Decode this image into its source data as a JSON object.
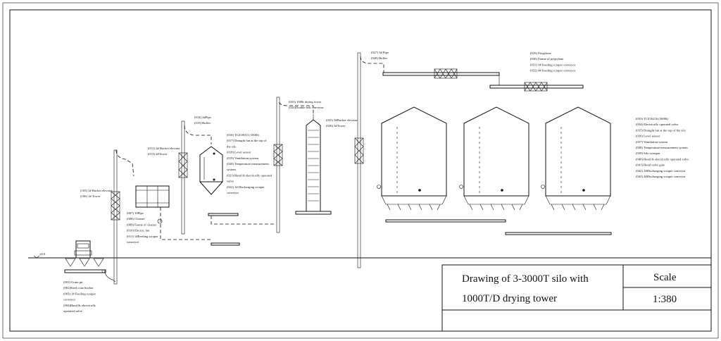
{
  "ground_level": "±0.0",
  "title_block": {
    "title_line1": "Drawing of 3-3000T silo with",
    "title_line2": "1000T/D drying tower",
    "scale_label": "Scale",
    "scale_value": "1:380"
  },
  "labels": {
    "grain_pit": [
      "(001) Grain pit",
      "(002)Steel cone bucket",
      "(003) 1# Feeding scraper",
      "conveyor",
      "(004)Hand & electrically",
      "operated valve"
    ],
    "elevator1": [
      "(105) 1# Bucket elevator",
      "(106) 1# Tower"
    ],
    "cleaner": [
      "(007) 10Pipe",
      "(008) Cleaner",
      "(009) Frame of cleaner",
      "(010) Electric fan",
      "(011) 1#Feeding scraper",
      "conveyor"
    ],
    "elevator2": [
      "(012) 2# Bucket elevator",
      "(013) 2#Tower"
    ],
    "pipe2": [
      "(014) 2#Pipe",
      "(015) Buffer"
    ],
    "small_silo": [
      "(016) TCZ10013 (1000t)",
      "(017) Draught fan at the top of",
      "the silo",
      "(018) Level sensor",
      "(019) Ventilation system",
      "(020) Temperature measurement",
      "system",
      "(021) Hand & electrically operated",
      "valve",
      "(022) 1# Discharging scraper",
      "conveyor"
    ],
    "drying_tower": [
      "(023) 1000t drying tower",
      "(024)Double belt conveyor"
    ],
    "elevator3": [
      "(025) 3#Bucket elevator",
      "(026) 3#Tower"
    ],
    "pipe3": [
      "(027) 3# Pipe",
      "(028) Buffer"
    ],
    "propylene": [
      "(029) Propylene",
      "(030) Frame of propylene",
      "(031) 3# Feeding scraper conveyor",
      "(032) 4# Feeding scraper conveyor"
    ],
    "big_silos": [
      "(033) TCZ16216 (3000t)",
      "(034) Electrically operated valve",
      "(035) Draught fan at the top of the silo",
      "(036) Level sensor",
      "(037) Ventilation system",
      "(038) Temperature measurement system",
      "(039) Silo sweeper",
      "(040) Hand & electrically operated valve",
      "(041) Hand valve gate",
      "(042) 1#Discharging scraper conveyor",
      "(043) 2#Discharging scraper conveyor"
    ]
  }
}
